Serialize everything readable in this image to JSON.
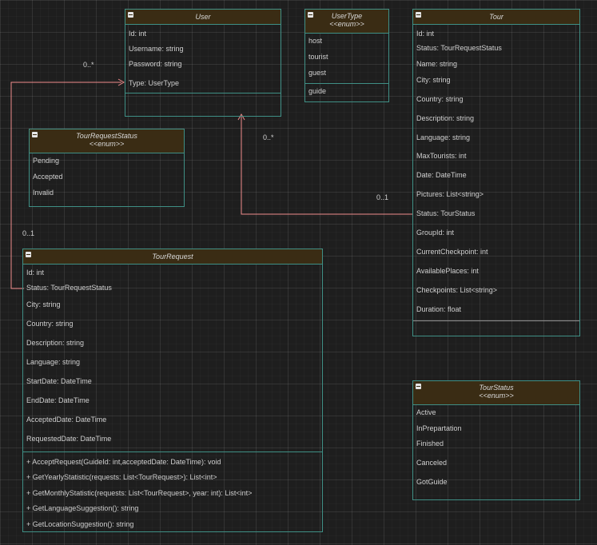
{
  "user": {
    "title": "User",
    "attributes": [
      "Id: int",
      "Username: string",
      "Password: string",
      "Type: UserType"
    ]
  },
  "user_type": {
    "title": "UserType",
    "stereotype": "<<enum>>",
    "values": [
      "host",
      "tourist",
      "guest",
      "guide"
    ]
  },
  "tour": {
    "title": "Tour",
    "attributes": [
      "Id: int",
      "Status: TourRequestStatus",
      "Name: string",
      "City: string",
      "Country: string",
      "Description: string",
      "Language: string",
      "MaxTourists: int",
      "Date: DateTime",
      "Pictures: List<string>",
      "Status: TourStatus",
      "GroupId: int",
      "CurrentCheckpoint: int",
      "AvailablePlaces: int",
      "Checkpoints: List<string>",
      "Duration: float"
    ]
  },
  "tour_request_status": {
    "title": "TourRequestStatus",
    "stereotype": "<<enum>>",
    "values": [
      "Pending",
      "Accepted",
      "Invalid"
    ]
  },
  "tour_request": {
    "title": "TourRequest",
    "attributes": [
      "Id: int",
      "Status: TourRequestStatus",
      "City: string",
      "Country: string",
      "Description: string",
      "Language: string",
      "StartDate: DateTime",
      "EndDate: DateTime",
      "AcceptedDate: DateTime",
      "RequestedDate: DateTime"
    ],
    "methods": [
      "+ AcceptRequest(GuideId: int,acceptedDate: DateTime): void",
      "+ GetYearlyStatistic(requests: List<TourRequest>):  List<int>",
      "+ GetMonthlyStatistic(requests: List<TourRequest>, year: int):  List<int>",
      "+ GetLanguageSuggestion():  string",
      "+ GetLocationSuggestion():  string"
    ]
  },
  "tour_status": {
    "title": "TourStatus",
    "stereotype": "<<enum>>",
    "values": [
      "Active",
      "InPrepartation",
      "Finished",
      "Canceled",
      "GotGuide"
    ]
  },
  "associations": {
    "request_user_near": "0..*",
    "request_user_far": "0..1",
    "tour_user_near": "0..*",
    "tour_user_far": "0..1"
  },
  "colors": {
    "background": "#1e1e1e",
    "border": "#3f8f85",
    "header": "#3a2c14",
    "association": "#f08c8c",
    "text": "#d0d0d0"
  }
}
